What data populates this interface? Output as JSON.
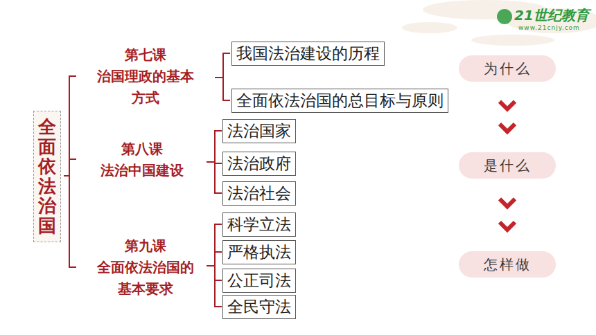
{
  "diagram": {
    "nodes": [
      {
        "text": [
          "全面依法治国"
        ]
      },
      {
        "text": [
          "我国法治建设的历程"
        ]
      },
      {
        "text": [
          "全面依法治国的总目标与原则"
        ]
      },
      {
        "text": [
          "法治国家"
        ]
      },
      {
        "text": [
          "法治政府"
        ]
      },
      {
        "text": [
          "法治社会"
        ]
      },
      {
        "text": [
          "科学立法"
        ]
      },
      {
        "text": [
          "严格执法"
        ]
      },
      {
        "text": [
          "公正司法"
        ]
      },
      {
        "text": [
          "全民守法"
        ]
      },
      {
        "text": [
          "为什么"
        ]
      },
      {
        "text": [
          "是什么"
        ]
      },
      {
        "text": [
          "怎样做"
        ]
      }
    ],
    "edges": [
      {
        "from": 10,
        "to": 11,
        "arrow": "to"
      },
      {
        "from": 11,
        "to": 12,
        "arrow": "to"
      }
    ],
    "labels": [
      "第七课",
      "治国理政的基本方式",
      "第八课",
      "法治中国建设",
      "第九课",
      "全面依法治国的基本要求",
      "21世纪教育",
      "www.21cnjy.com"
    ]
  }
}
